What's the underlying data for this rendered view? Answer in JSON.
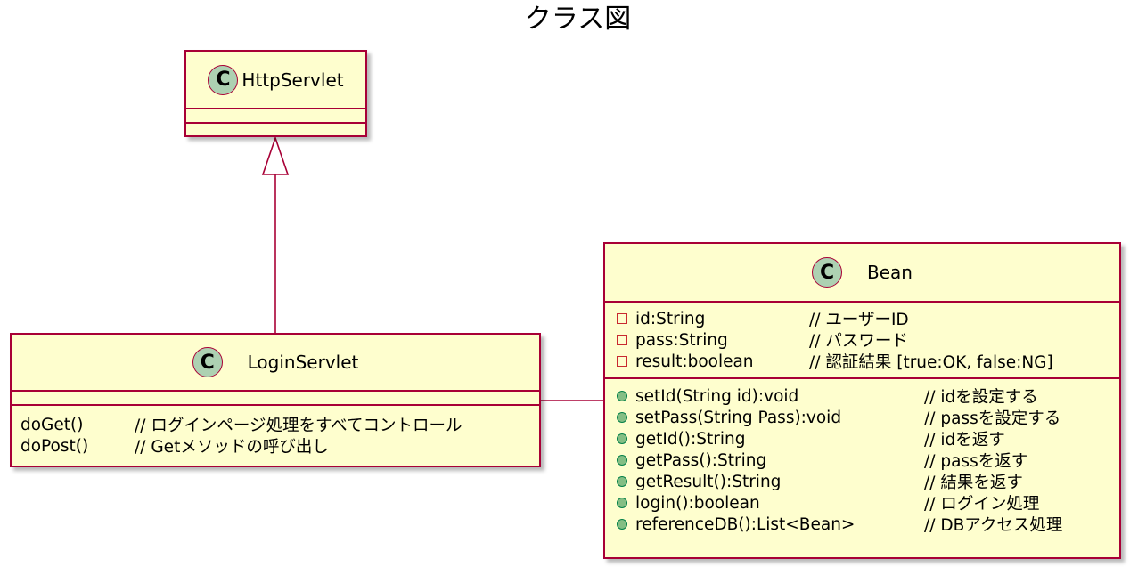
{
  "title": "クラス図",
  "colors": {
    "class_fill": "#FEFECE",
    "class_border": "#A80036",
    "class_icon_fill": "#ADD1B2",
    "edge": "#A80036",
    "private_marker": "#C82930",
    "public_marker_fill": "#84BE84",
    "public_marker_border": "#038048"
  },
  "classes": {
    "httpservlet": {
      "stereotype_icon": "C",
      "name": "HttpServlet",
      "fields": [],
      "methods": []
    },
    "loginservlet": {
      "stereotype_icon": "C",
      "name": "LoginServlet",
      "fields": [],
      "methods": [
        {
          "visibility": "none",
          "signature": "doGet()",
          "comment": "// ログインページ処理をすべてコントロール"
        },
        {
          "visibility": "none",
          "signature": "doPost()",
          "comment": "// Getメソッドの呼び出し"
        }
      ]
    },
    "bean": {
      "stereotype_icon": "C",
      "name": "Bean",
      "fields": [
        {
          "visibility": "private",
          "signature": "id:String",
          "comment": "// ユーザーID"
        },
        {
          "visibility": "private",
          "signature": "pass:String",
          "comment": "// パスワード"
        },
        {
          "visibility": "private",
          "signature": "result:boolean",
          "comment": "// 認証結果 [true:OK, false:NG]"
        }
      ],
      "methods": [
        {
          "visibility": "public",
          "signature": "setId(String id):void",
          "comment": "// idを設定する"
        },
        {
          "visibility": "public",
          "signature": "setPass(String Pass):void",
          "comment": "// passを設定する"
        },
        {
          "visibility": "public",
          "signature": "getId():String",
          "comment": "// idを返す"
        },
        {
          "visibility": "public",
          "signature": "getPass():String",
          "comment": "// passを返す"
        },
        {
          "visibility": "public",
          "signature": "getResult():String",
          "comment": "// 結果を返す"
        },
        {
          "visibility": "public",
          "signature": "login():boolean",
          "comment": "// ログイン処理"
        },
        {
          "visibility": "public",
          "signature": "referenceDB():List<Bean>",
          "comment": "// DBアクセス処理"
        }
      ]
    }
  },
  "relations": [
    {
      "type": "generalization",
      "from": "loginservlet",
      "to": "httpservlet"
    },
    {
      "type": "association",
      "from": "loginservlet",
      "to": "bean"
    }
  ]
}
